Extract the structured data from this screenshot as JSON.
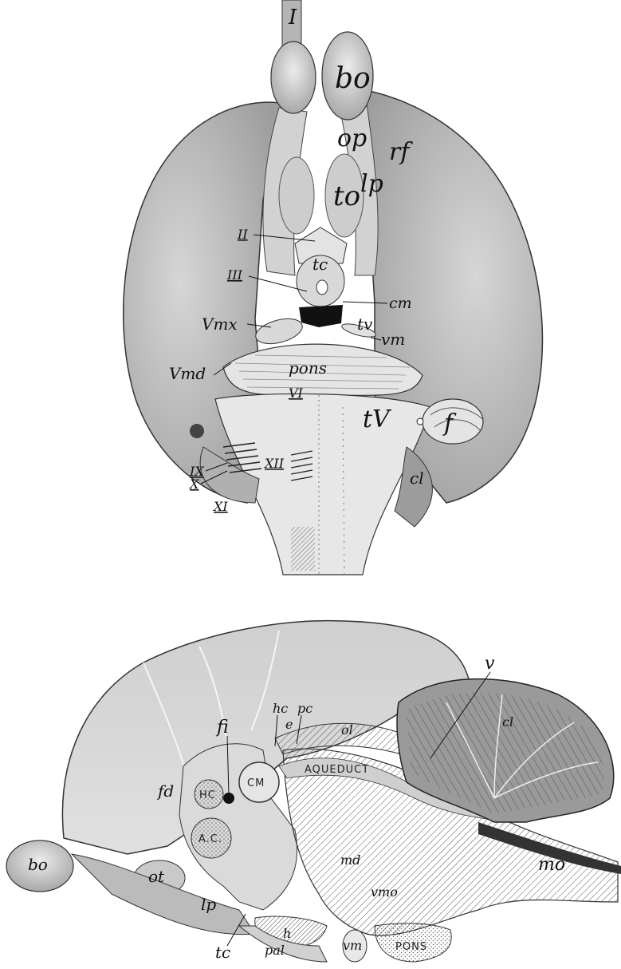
{
  "figure_top": {
    "labels": {
      "nerve_I": "I",
      "bo": "bo",
      "op": "op",
      "rf": "rf",
      "to": "to",
      "lp": "lp",
      "nerve_II": "II",
      "tc": "tc",
      "nerve_III": "III",
      "cm": "cm",
      "vmx": "Vmx",
      "tv_small": "tv",
      "vm": "vm",
      "vmd": "Vmd",
      "pons": "pons",
      "nerve_VI": "VI",
      "tV": "tV",
      "f": "f",
      "nerve_IX": "IX",
      "nerve_X": "X",
      "nerve_XI": "XI",
      "nerve_XII": "XII",
      "cl": "cl"
    }
  },
  "figure_bottom": {
    "labels": {
      "v": "v",
      "cl": "cl",
      "hc": "hc",
      "pc": "pc",
      "fi": "fi",
      "e": "e",
      "ol": "ol",
      "aqueduct": "AQUEDUCT",
      "fd": "fd",
      "hc_region": "HC",
      "cm_region": "CM",
      "ac_region": "A.C.",
      "bo": "bo",
      "ot": "ot",
      "lp": "lp",
      "md": "md",
      "mo": "mo",
      "vmo": "vmo",
      "h": "h",
      "vm": "vm",
      "pons": "PONS",
      "tc": "tc",
      "pal": "pal"
    }
  }
}
